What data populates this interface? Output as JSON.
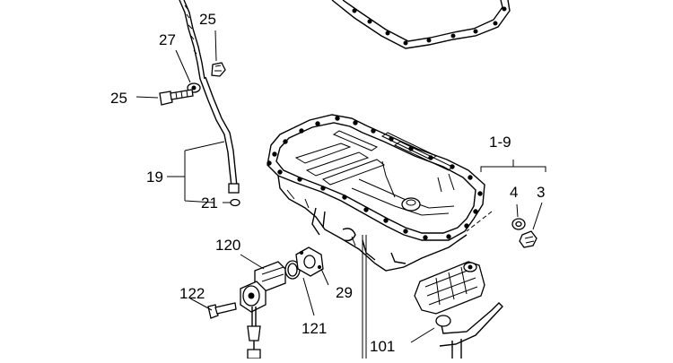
{
  "callouts": {
    "c25_top": "25",
    "c27": "27",
    "c25_left": "25",
    "c19": "19",
    "c21": "21",
    "c1_9": "1-9",
    "c4": "4",
    "c3": "3",
    "c120": "120",
    "c29": "29",
    "c122": "122",
    "c121": "121",
    "c101": "101"
  }
}
